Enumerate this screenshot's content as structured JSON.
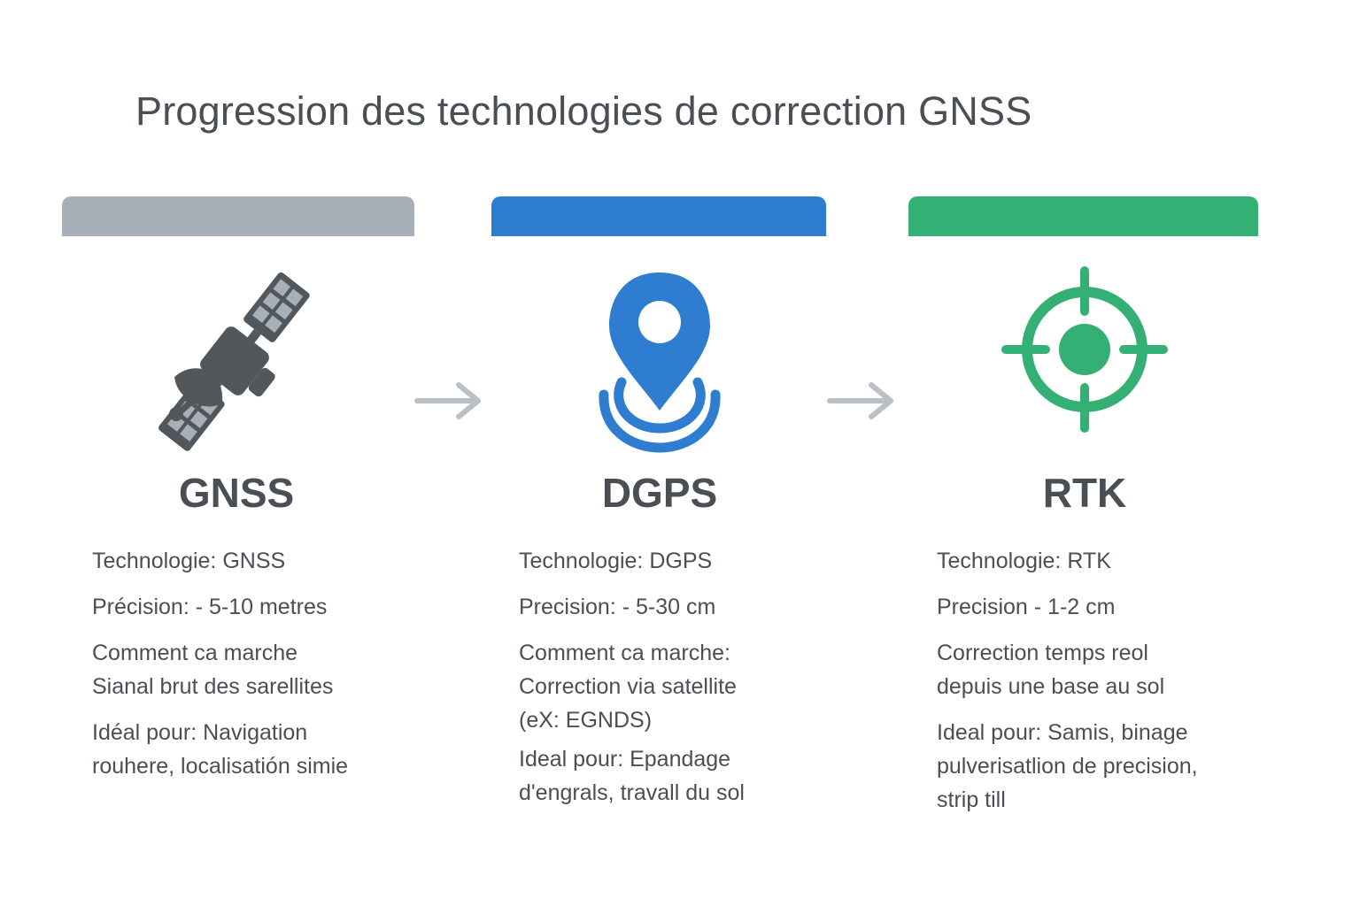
{
  "title": "Progression des technologies de correction GNSS",
  "colors": {
    "gnss": "#a7afb8",
    "dgps": "#2f7dd1",
    "rtk": "#35b074",
    "icon_dark": "#52575c",
    "arrow": "#b9c0c7",
    "text": "#4a4f55"
  },
  "stages": [
    {
      "name": "GNSS",
      "icon": "satellite-icon",
      "details": [
        [
          "Technologie: GNSS"
        ],
        [
          "Précision: - 5-10 metres"
        ],
        [
          "Comment ca marche",
          "Sianal brut des sarellites"
        ],
        [
          "Idéal pour: Navigation",
          "rouhere, localisatión simie"
        ]
      ]
    },
    {
      "name": "DGPS",
      "icon": "location-pin-signal-icon",
      "details": [
        [
          "Technologie: DGPS"
        ],
        [
          "Precision: - 5-30 cm"
        ],
        [
          "Comment ca marche:",
          "Correction via satellite",
          "(eX: EGNDS)"
        ],
        [
          "Ideal pour: Epandage",
          "d'engrals, travall du sol"
        ]
      ]
    },
    {
      "name": "RTK",
      "icon": "target-crosshair-icon",
      "details": [
        [
          "Technologie: RTK"
        ],
        [
          "Precision  - 1-2 cm"
        ],
        [
          "Correction temps reol",
          "depuis une base au sol"
        ],
        [
          "Ideal pour: Samis, binage",
          "pulverisatlion de precision,",
          "strip till"
        ]
      ]
    }
  ]
}
